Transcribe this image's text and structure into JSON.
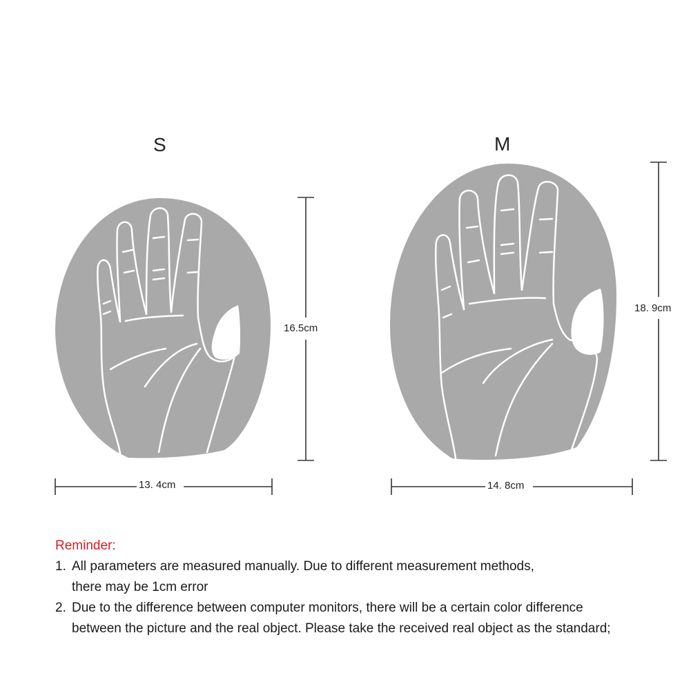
{
  "sizes": [
    {
      "name": "S",
      "height_label": "16.5cm",
      "width_label": "13. 4cm"
    },
    {
      "name": "M",
      "height_label": "18. 9cm",
      "width_label": "14. 8cm"
    }
  ],
  "colors": {
    "pad": "#a9a9a9",
    "outline": "#ffffff",
    "reminder_title": "#d81e1e"
  },
  "reminder": {
    "title": "Reminder:",
    "notes": [
      {
        "num": "1.",
        "line1": "All parameters are measured manually. Due to different measurement methods,",
        "line2": "there may be 1cm error"
      },
      {
        "num": "2.",
        "line1": "Due to the difference between computer monitors, there will be a certain color difference",
        "line2": "between the picture and the real object. Please take the received real object as the standard;"
      }
    ]
  }
}
